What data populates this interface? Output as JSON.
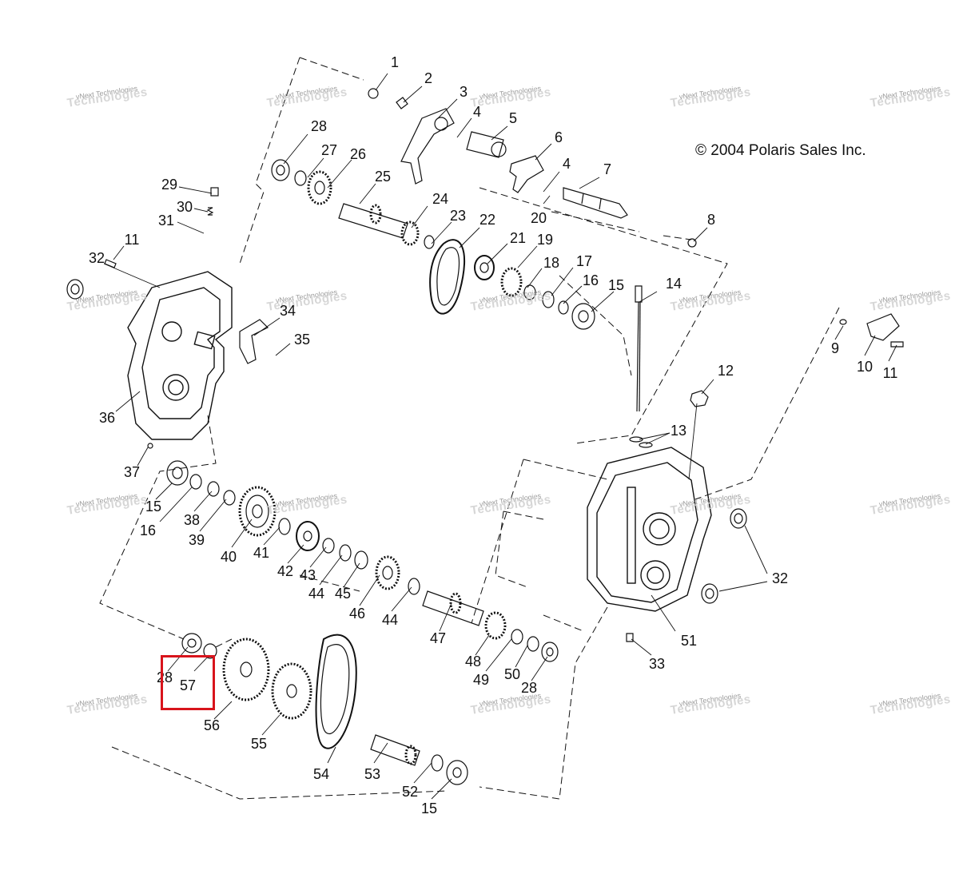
{
  "copyright": "© 2004 Polaris Sales Inc.",
  "highlight": {
    "part": "57"
  },
  "watermark": {
    "line1": "vNext",
    "line2": "Technologies"
  },
  "labels": [
    "1",
    "2",
    "3",
    "4",
    "5",
    "6",
    "4",
    "20",
    "7",
    "8",
    "28",
    "27",
    "26",
    "25",
    "24",
    "23",
    "22",
    "21",
    "19",
    "18",
    "17",
    "16",
    "15",
    "14",
    "29",
    "30",
    "31",
    "11",
    "32",
    "34",
    "35",
    "36",
    "37",
    "9",
    "10",
    "11",
    "12",
    "13",
    "15",
    "16",
    "38",
    "39",
    "40",
    "41",
    "42",
    "43",
    "44",
    "45",
    "46",
    "44",
    "47",
    "48",
    "49",
    "50",
    "28",
    "32",
    "51",
    "33",
    "28",
    "57",
    "56",
    "55",
    "54",
    "53",
    "52",
    "15"
  ],
  "colors": {
    "line": "#111111",
    "highlight": "#d8141c",
    "watermark": "#8a8a8a"
  }
}
